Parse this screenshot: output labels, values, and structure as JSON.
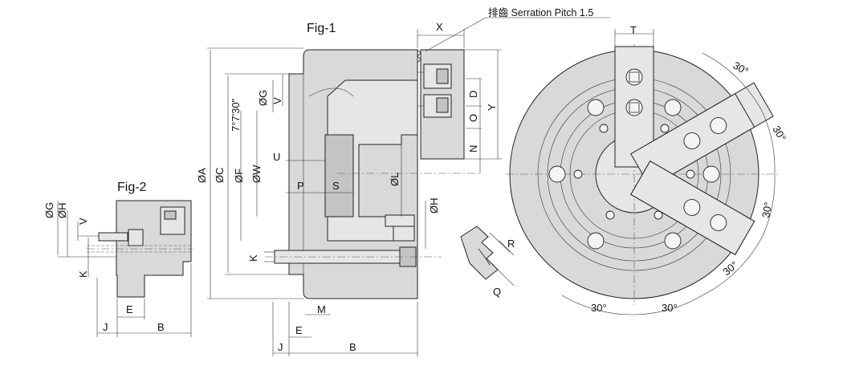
{
  "figures": {
    "fig1_title": "Fig-1",
    "fig2_title": "Fig-2"
  },
  "serration_note": "排齒 Serration Pitch 1.5",
  "fig1_labels": {
    "x": "X",
    "y": "Y",
    "d": "D",
    "o": "O",
    "n": "N",
    "dia_a": "ØA",
    "dia_c": "ØC",
    "angle": "7°7'30\"",
    "dia_g": "ØG",
    "v": "V",
    "dia_f": "ØF",
    "dia_w": "ØW",
    "u": "U",
    "p": "P",
    "s": "S",
    "dia_l": "ØL",
    "dia_h": "ØH",
    "k": "K",
    "m": "M",
    "e": "E",
    "j": "J",
    "b": "B"
  },
  "fig2_labels": {
    "dia_g": "ØG",
    "dia_h": "ØH",
    "v": "V",
    "k": "K",
    "e": "E",
    "j": "J",
    "b": "B"
  },
  "jaw_detail_labels": {
    "r": "R",
    "q": "Q"
  },
  "front_view_labels": {
    "t": "T",
    "angle_1": "30°",
    "angle_2": "30°",
    "angle_3": "30°",
    "angle_4": "30°",
    "angle_5": "30°",
    "angle_6": "30°"
  },
  "colors": {
    "body_fill": "#d9d9d9",
    "line": "#222222",
    "background": "#ffffff"
  }
}
